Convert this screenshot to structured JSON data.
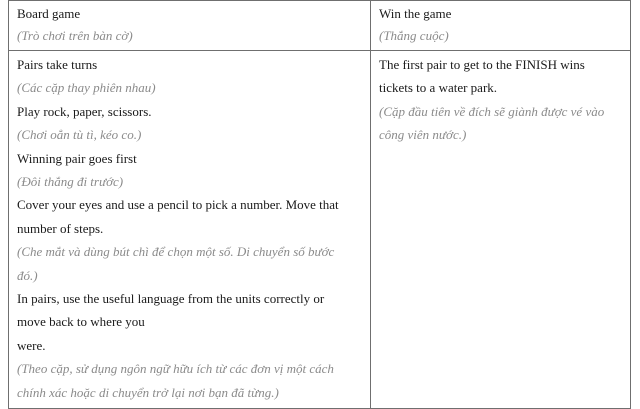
{
  "table": {
    "header": {
      "left": {
        "en": "Board game",
        "vi": "(Trò chơi trên bàn cờ)"
      },
      "right": {
        "en": "Win the game",
        "vi": "(Thắng cuộc)"
      }
    },
    "left_lines": [
      {
        "text": "Pairs take turns",
        "italic": false
      },
      {
        "text": "(Các cặp thay phiên nhau)",
        "italic": true
      },
      {
        "text": "Play rock, paper, scissors.",
        "italic": false
      },
      {
        "text": "(Chơi oẳn tù tì, kéo co.)",
        "italic": true
      },
      {
        "text": "Winning pair goes first",
        "italic": false
      },
      {
        "text": "(Đôi thắng đi trước)",
        "italic": true
      },
      {
        "text": "Cover your eyes and use a pencil to pick a number. Move that",
        "italic": false
      },
      {
        "text": "number of steps.",
        "italic": false
      },
      {
        "text": "(Che mắt và dùng bút chì để chọn một số. Di chuyển số bước",
        "italic": true
      },
      {
        "text": "đó.)",
        "italic": true
      },
      {
        "text": "In pairs, use the useful language from the units correctly or",
        "italic": false
      },
      {
        "text": "move back to where you",
        "italic": false
      },
      {
        "text": "were.",
        "italic": false
      },
      {
        "text": "(Theo cặp, sử dụng ngôn ngữ hữu ích từ các đơn vị một cách",
        "italic": true
      },
      {
        "text": "chính xác hoặc di chuyển trở lại nơi bạn đã từng.)",
        "italic": true
      }
    ],
    "right_lines": [
      {
        "text": "The first pair to get to the FINISH wins",
        "italic": false
      },
      {
        "text": "tickets to a water park.",
        "italic": false
      },
      {
        "text": "(Cặp đầu tiên về đích sẽ giành được vé vào",
        "italic": true
      },
      {
        "text": "công viên nước.)",
        "italic": true
      }
    ]
  }
}
